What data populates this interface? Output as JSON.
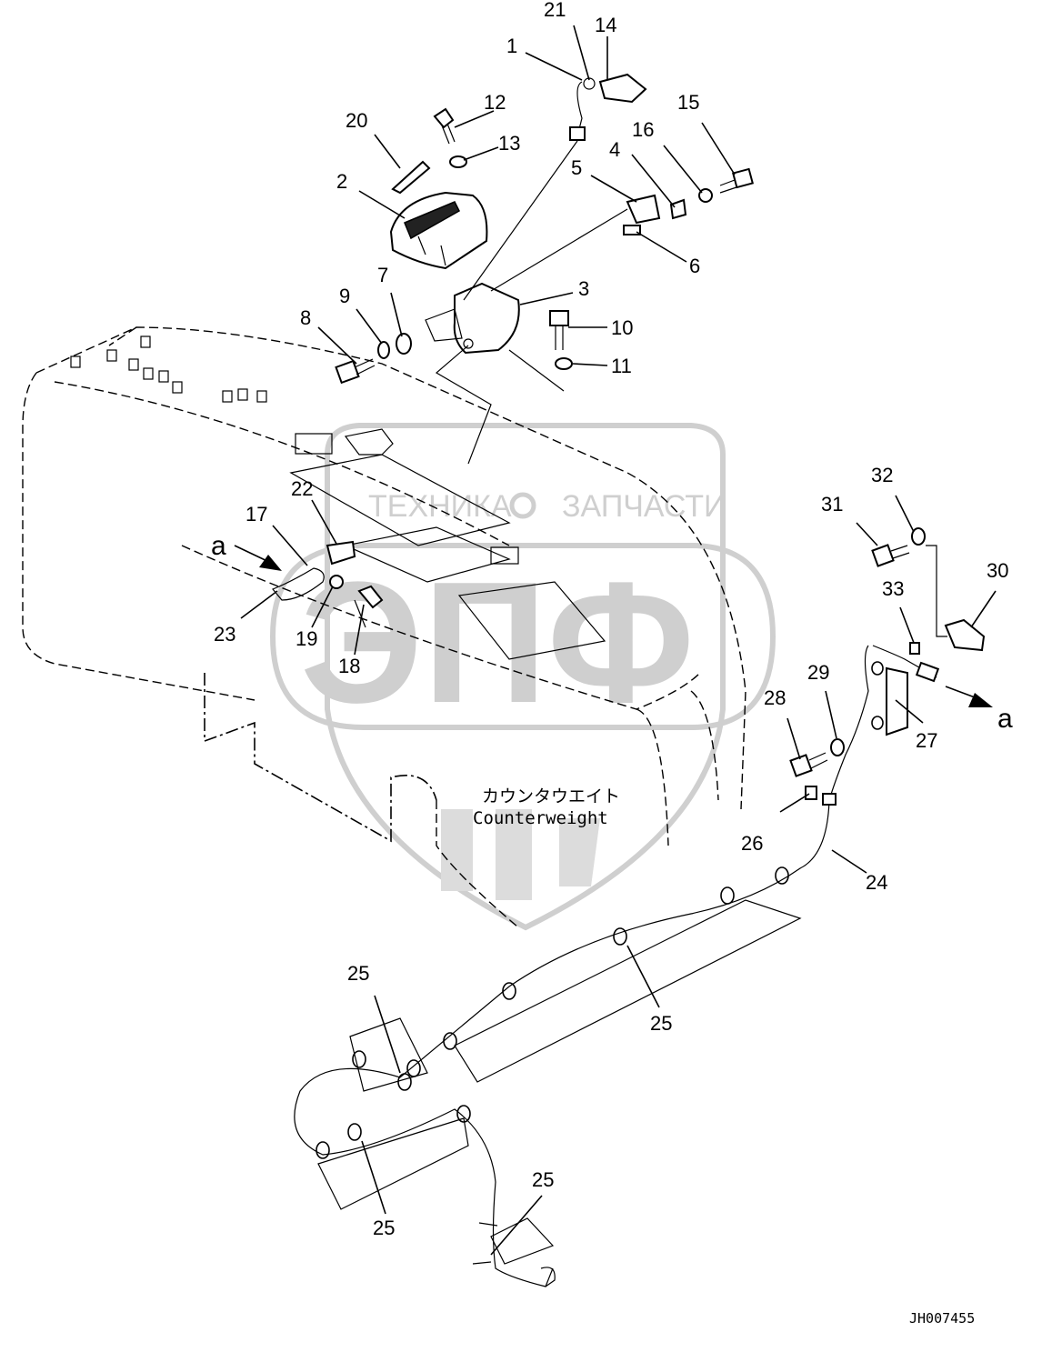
{
  "watermark": {
    "line1_left": "ТЕХНИКА",
    "line1_right": "ЗАПЧАСТИ",
    "brand": "ЭПФ"
  },
  "labels": {
    "counterweight_jp": "カウンタウエイト",
    "counterweight_en": "Counterweight",
    "view_marker": "a",
    "drawing_code": "JH007455"
  },
  "callouts": [
    {
      "id": "1",
      "text": "1"
    },
    {
      "id": "2",
      "text": "2"
    },
    {
      "id": "3",
      "text": "3"
    },
    {
      "id": "4",
      "text": "4"
    },
    {
      "id": "5",
      "text": "5"
    },
    {
      "id": "6",
      "text": "6"
    },
    {
      "id": "7",
      "text": "7"
    },
    {
      "id": "8",
      "text": "8"
    },
    {
      "id": "9",
      "text": "9"
    },
    {
      "id": "10",
      "text": "10"
    },
    {
      "id": "11",
      "text": "11"
    },
    {
      "id": "12",
      "text": "12"
    },
    {
      "id": "13",
      "text": "13"
    },
    {
      "id": "14",
      "text": "14"
    },
    {
      "id": "15",
      "text": "15"
    },
    {
      "id": "16",
      "text": "16"
    },
    {
      "id": "17",
      "text": "17"
    },
    {
      "id": "18",
      "text": "18"
    },
    {
      "id": "19",
      "text": "19"
    },
    {
      "id": "20",
      "text": "20"
    },
    {
      "id": "21",
      "text": "21"
    },
    {
      "id": "22",
      "text": "22"
    },
    {
      "id": "23",
      "text": "23"
    },
    {
      "id": "24",
      "text": "24"
    },
    {
      "id": "25a",
      "text": "25"
    },
    {
      "id": "25b",
      "text": "25"
    },
    {
      "id": "25c",
      "text": "25"
    },
    {
      "id": "25d",
      "text": "25"
    },
    {
      "id": "26",
      "text": "26"
    },
    {
      "id": "27",
      "text": "27"
    },
    {
      "id": "28",
      "text": "28"
    },
    {
      "id": "29",
      "text": "29"
    },
    {
      "id": "30",
      "text": "30"
    },
    {
      "id": "31",
      "text": "31"
    },
    {
      "id": "32",
      "text": "32"
    },
    {
      "id": "33",
      "text": "33"
    }
  ]
}
